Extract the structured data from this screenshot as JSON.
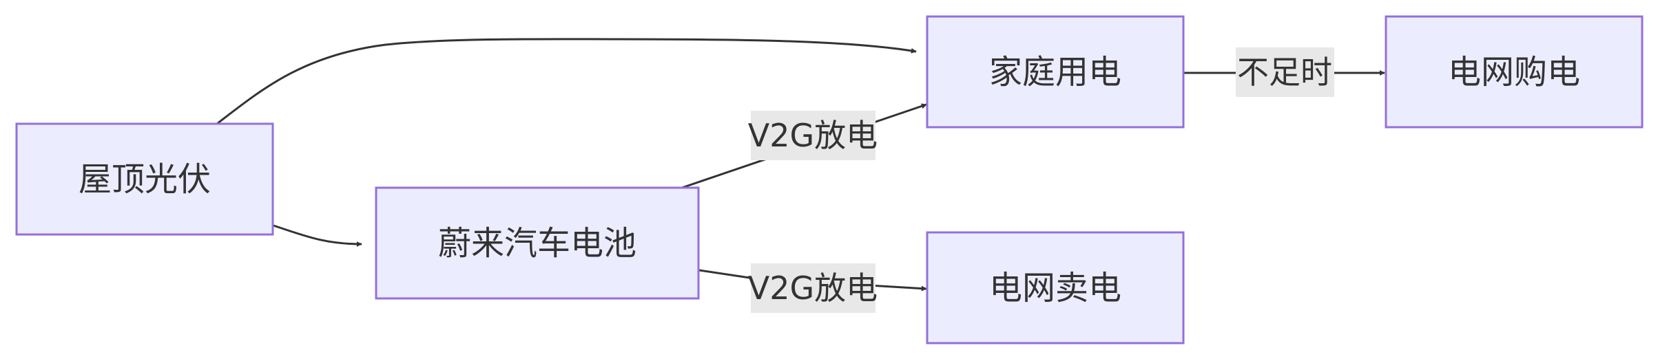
{
  "nodes": {
    "rooftop_pv": {
      "label": "屋顶光伏"
    },
    "nio_battery": {
      "label": "蔚来汽车电池"
    },
    "household_power": {
      "label": "家庭用电"
    },
    "grid_purchase": {
      "label": "电网购电"
    },
    "grid_sale": {
      "label": "电网卖电"
    }
  },
  "edges": {
    "v2g_to_home": {
      "label": "V2G放电"
    },
    "v2g_to_grid": {
      "label": "V2G放电"
    },
    "insufficient": {
      "label": "不足时"
    }
  },
  "colors": {
    "node_fill": "#ECECFF",
    "node_stroke": "#9370DB",
    "edge": "#333333",
    "label_bg": "#E8E8E8"
  }
}
